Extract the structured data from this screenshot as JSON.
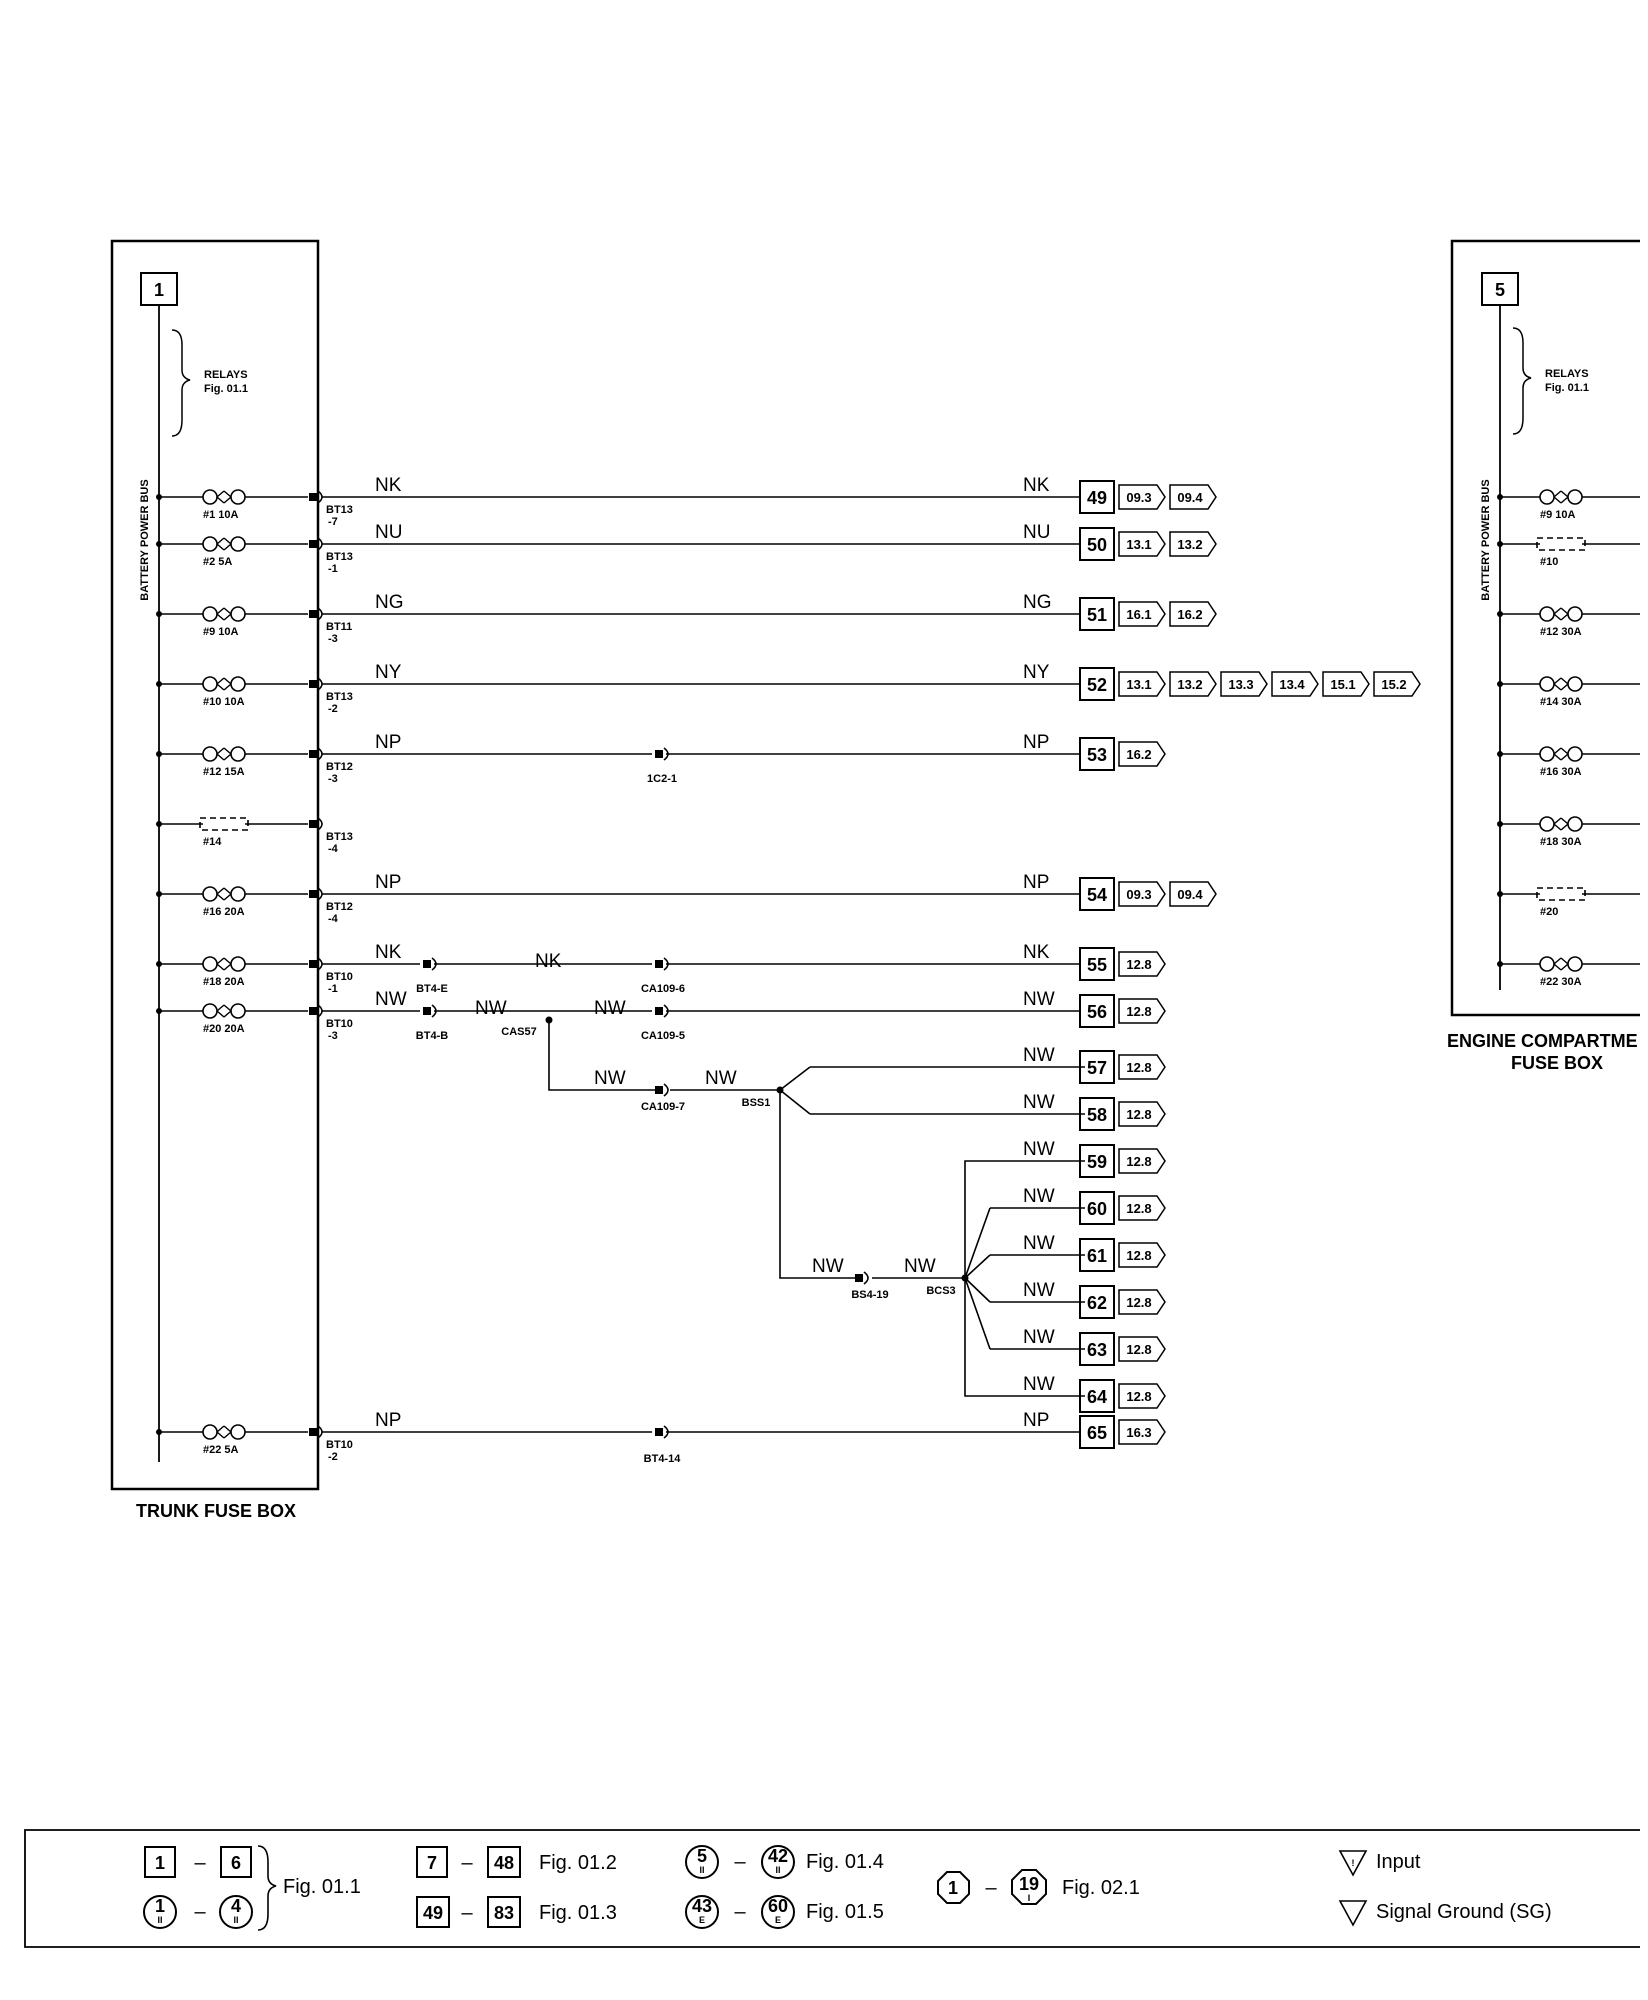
{
  "trunk_box": {
    "number": "1",
    "title": "TRUNK FUSE BOX",
    "bus_label": "BATTERY POWER BUS",
    "relays_label": "RELAYS",
    "relays_fig": "Fig. 01.1"
  },
  "engine_box": {
    "number": "5",
    "title_line1": "ENGINE COMPARTME",
    "title_line2": "FUSE BOX",
    "bus_label": "BATTERY POWER BUS",
    "relays_label": "RELAYS",
    "relays_fig": "Fig. 01.1",
    "fuses": [
      {
        "label": "#9 10A",
        "dashed": false
      },
      {
        "label": "#10",
        "dashed": true
      },
      {
        "label": "#12 30A",
        "dashed": false
      },
      {
        "label": "#14 30A",
        "dashed": false
      },
      {
        "label": "#16 30A",
        "dashed": false
      },
      {
        "label": "#18 30A",
        "dashed": false
      },
      {
        "label": "#20",
        "dashed": true
      },
      {
        "label": "#22 30A",
        "dashed": false
      }
    ]
  },
  "trunk_fuses": [
    {
      "label": "#1 10A",
      "dashed": false,
      "conn1": "BT13",
      "conn2": "-7"
    },
    {
      "label": "#2 5A",
      "dashed": false,
      "conn1": "BT13",
      "conn2": "-1"
    },
    {
      "label": "#9 10A",
      "dashed": false,
      "conn1": "BT11",
      "conn2": "-3"
    },
    {
      "label": "#10 10A",
      "dashed": false,
      "conn1": "BT13",
      "conn2": "-2"
    },
    {
      "label": "#12 15A",
      "dashed": false,
      "conn1": "BT12",
      "conn2": "-3"
    },
    {
      "label": "#14",
      "dashed": true,
      "conn1": "BT13",
      "conn2": "-4"
    },
    {
      "label": "#16 20A",
      "dashed": false,
      "conn1": "BT12",
      "conn2": "-4"
    },
    {
      "label": "#18 20A",
      "dashed": false,
      "conn1": "BT10",
      "conn2": "-1"
    },
    {
      "label": "#20 20A",
      "dashed": false,
      "conn1": "BT10",
      "conn2": "-3"
    },
    {
      "label": "#22 5A",
      "dashed": false,
      "conn1": "BT10",
      "conn2": "-2"
    }
  ],
  "circuits": [
    {
      "num": "49",
      "wire_left": "NK",
      "wire_right": "NK",
      "refs": [
        "09.3",
        "09.4"
      ]
    },
    {
      "num": "50",
      "wire_left": "NU",
      "wire_right": "NU",
      "refs": [
        "13.1",
        "13.2"
      ]
    },
    {
      "num": "51",
      "wire_left": "NG",
      "wire_right": "NG",
      "refs": [
        "16.1",
        "16.2"
      ]
    },
    {
      "num": "52",
      "wire_left": "NY",
      "wire_right": "NY",
      "refs": [
        "13.1",
        "13.2",
        "13.3",
        "13.4",
        "15.1",
        "15.2"
      ]
    },
    {
      "num": "53",
      "wire_left": "NP",
      "wire_right": "NP",
      "refs": [
        "16.2"
      ]
    },
    {
      "num": "54",
      "wire_left": "NP",
      "wire_right": "NP",
      "refs": [
        "09.3",
        "09.4"
      ]
    },
    {
      "num": "55",
      "wire_left": "NK",
      "wire_right": "NK",
      "refs": [
        "12.8"
      ]
    },
    {
      "num": "56",
      "wire_left": "NW",
      "wire_right": "NW",
      "refs": [
        "12.8"
      ]
    },
    {
      "num": "57",
      "wire_left": "",
      "wire_right": "NW",
      "refs": [
        "12.8"
      ]
    },
    {
      "num": "58",
      "wire_left": "",
      "wire_right": "NW",
      "refs": [
        "12.8"
      ]
    },
    {
      "num": "59",
      "wire_left": "",
      "wire_right": "NW",
      "refs": [
        "12.8"
      ]
    },
    {
      "num": "60",
      "wire_left": "",
      "wire_right": "NW",
      "refs": [
        "12.8"
      ]
    },
    {
      "num": "61",
      "wire_left": "",
      "wire_right": "NW",
      "refs": [
        "12.8"
      ]
    },
    {
      "num": "62",
      "wire_left": "",
      "wire_right": "NW",
      "refs": [
        "12.8"
      ]
    },
    {
      "num": "63",
      "wire_left": "",
      "wire_right": "NW",
      "refs": [
        "12.8"
      ]
    },
    {
      "num": "64",
      "wire_left": "",
      "wire_right": "NW",
      "refs": [
        "12.8"
      ]
    },
    {
      "num": "65",
      "wire_left": "NP",
      "wire_right": "NP",
      "refs": [
        "16.3"
      ]
    }
  ],
  "mid_labels": {
    "c53_conn": "1C2-1",
    "c55_conn1": "BT4-E",
    "c55_mid_wire": "NK",
    "c55_conn2": "CA109-6",
    "c56_conn1": "BT4-B",
    "c56_wire2": "NW",
    "c56_splice": "CAS57",
    "c56_wire3": "NW",
    "c56_conn2": "CA109-5",
    "branch_wire1": "NW",
    "branch_conn": "CA109-7",
    "branch_wire2": "NW",
    "splice1": "BSS1",
    "sub_wire1": "NW",
    "sub_conn": "BS4-19",
    "sub_wire2": "NW",
    "splice2": "BCS3",
    "c65_conn": "BT4-14"
  },
  "legend": {
    "a_from": "1",
    "a_to": "6",
    "a_fig": "Fig. 01.1",
    "b_from": "1",
    "b_from_sub": "II",
    "b_to": "4",
    "b_to_sub": "II",
    "c_from": "7",
    "c_to": "48",
    "c_fig": "Fig. 01.2",
    "d_from": "49",
    "d_to": "83",
    "d_fig": "Fig. 01.3",
    "e_from": "5",
    "e_from_sub": "II",
    "e_to": "42",
    "e_to_sub": "II",
    "e_fig": "Fig. 01.4",
    "f_from": "43",
    "f_from_sub": "E",
    "f_to": "60",
    "f_to_sub": "E",
    "f_fig": "Fig. 01.5",
    "g_from": "1",
    "g_to": "19",
    "g_to_sub": "I",
    "g_fig": "Fig. 02.1",
    "dash": "–",
    "input_glyph": "!",
    "input_label": "Input",
    "ground_label": "Signal Ground (SG)"
  }
}
